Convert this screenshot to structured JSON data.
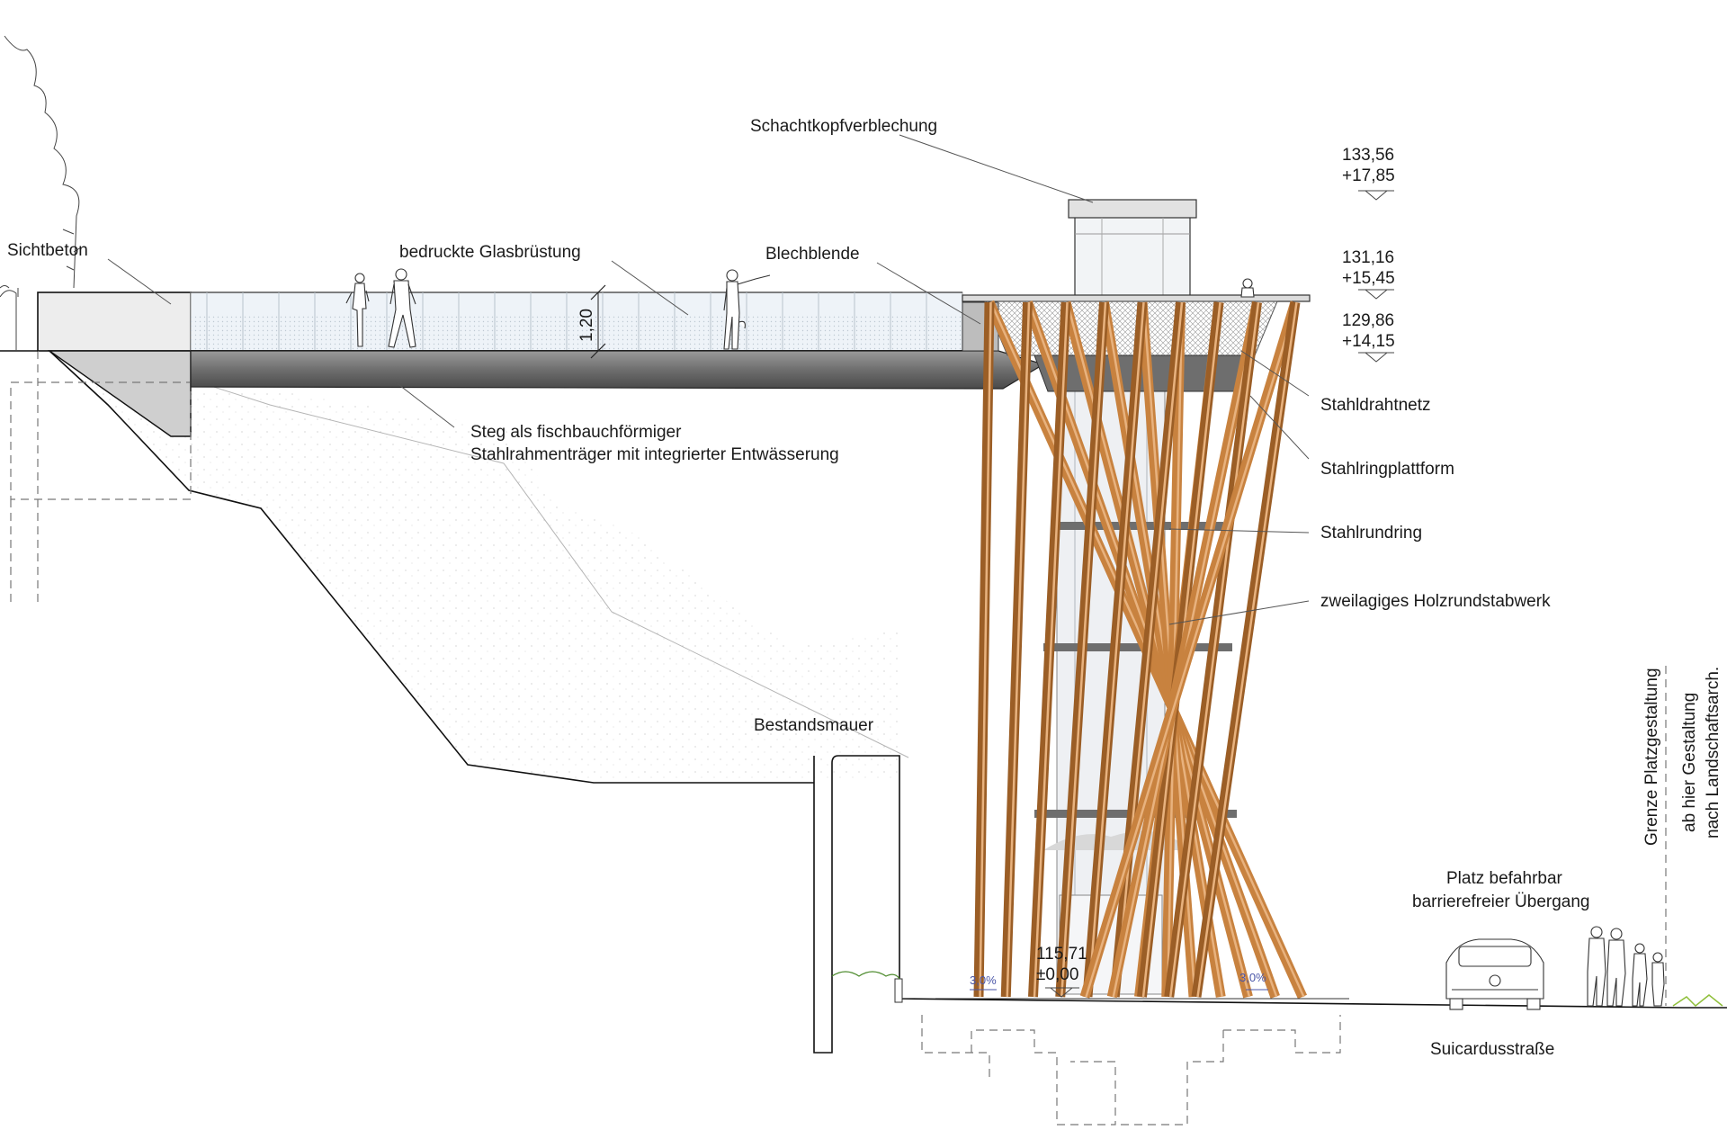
{
  "labels": {
    "schachtkopf": "Schachtkopfverblechung",
    "sichtbeton": "Sichtbeton",
    "glasbruestung": "bedruckte Glasbrüstung",
    "blechblende": "Blechblende",
    "steg_line1": "Steg als fischbauchförmiger",
    "steg_line2": "Stahlrahmenträger mit integrierter Entwässerung",
    "stahldrahtnetz": "Stahldrahtnetz",
    "stahlringplattform": "Stahlringplattform",
    "stahlrundring": "Stahlrundring",
    "holzrundstabwerk": "zweilagiges Holzrundstabwerk",
    "bestandsmauer": "Bestandsmauer",
    "platz_line1": "Platz befahrbar",
    "platz_line2": "barrierefreier Übergang",
    "suicardus": "Suicardusstraße",
    "grenze_line1": "Grenze Platzgestaltung",
    "grenze_line2": "ab hier Gestaltung",
    "grenze_line3": "nach Landschaftsarch."
  },
  "elevations": {
    "top_abs": "133,56",
    "top_rel": "+17,85",
    "platform_abs": "131,16",
    "platform_rel": "+15,45",
    "deck_abs": "129,86",
    "deck_rel": "+14,15",
    "ground_abs": "115,71",
    "ground_rel": "±0,00"
  },
  "dimensions": {
    "railing_height": "1,20"
  },
  "slopes": {
    "left": "3,0%",
    "right": "3,0%"
  },
  "colors": {
    "timber": "#c8823f",
    "timber_dark": "#9b5e26",
    "steel": "#6e6e6e",
    "glass": "#e6eef6",
    "slope_text": "#4a56a8"
  }
}
